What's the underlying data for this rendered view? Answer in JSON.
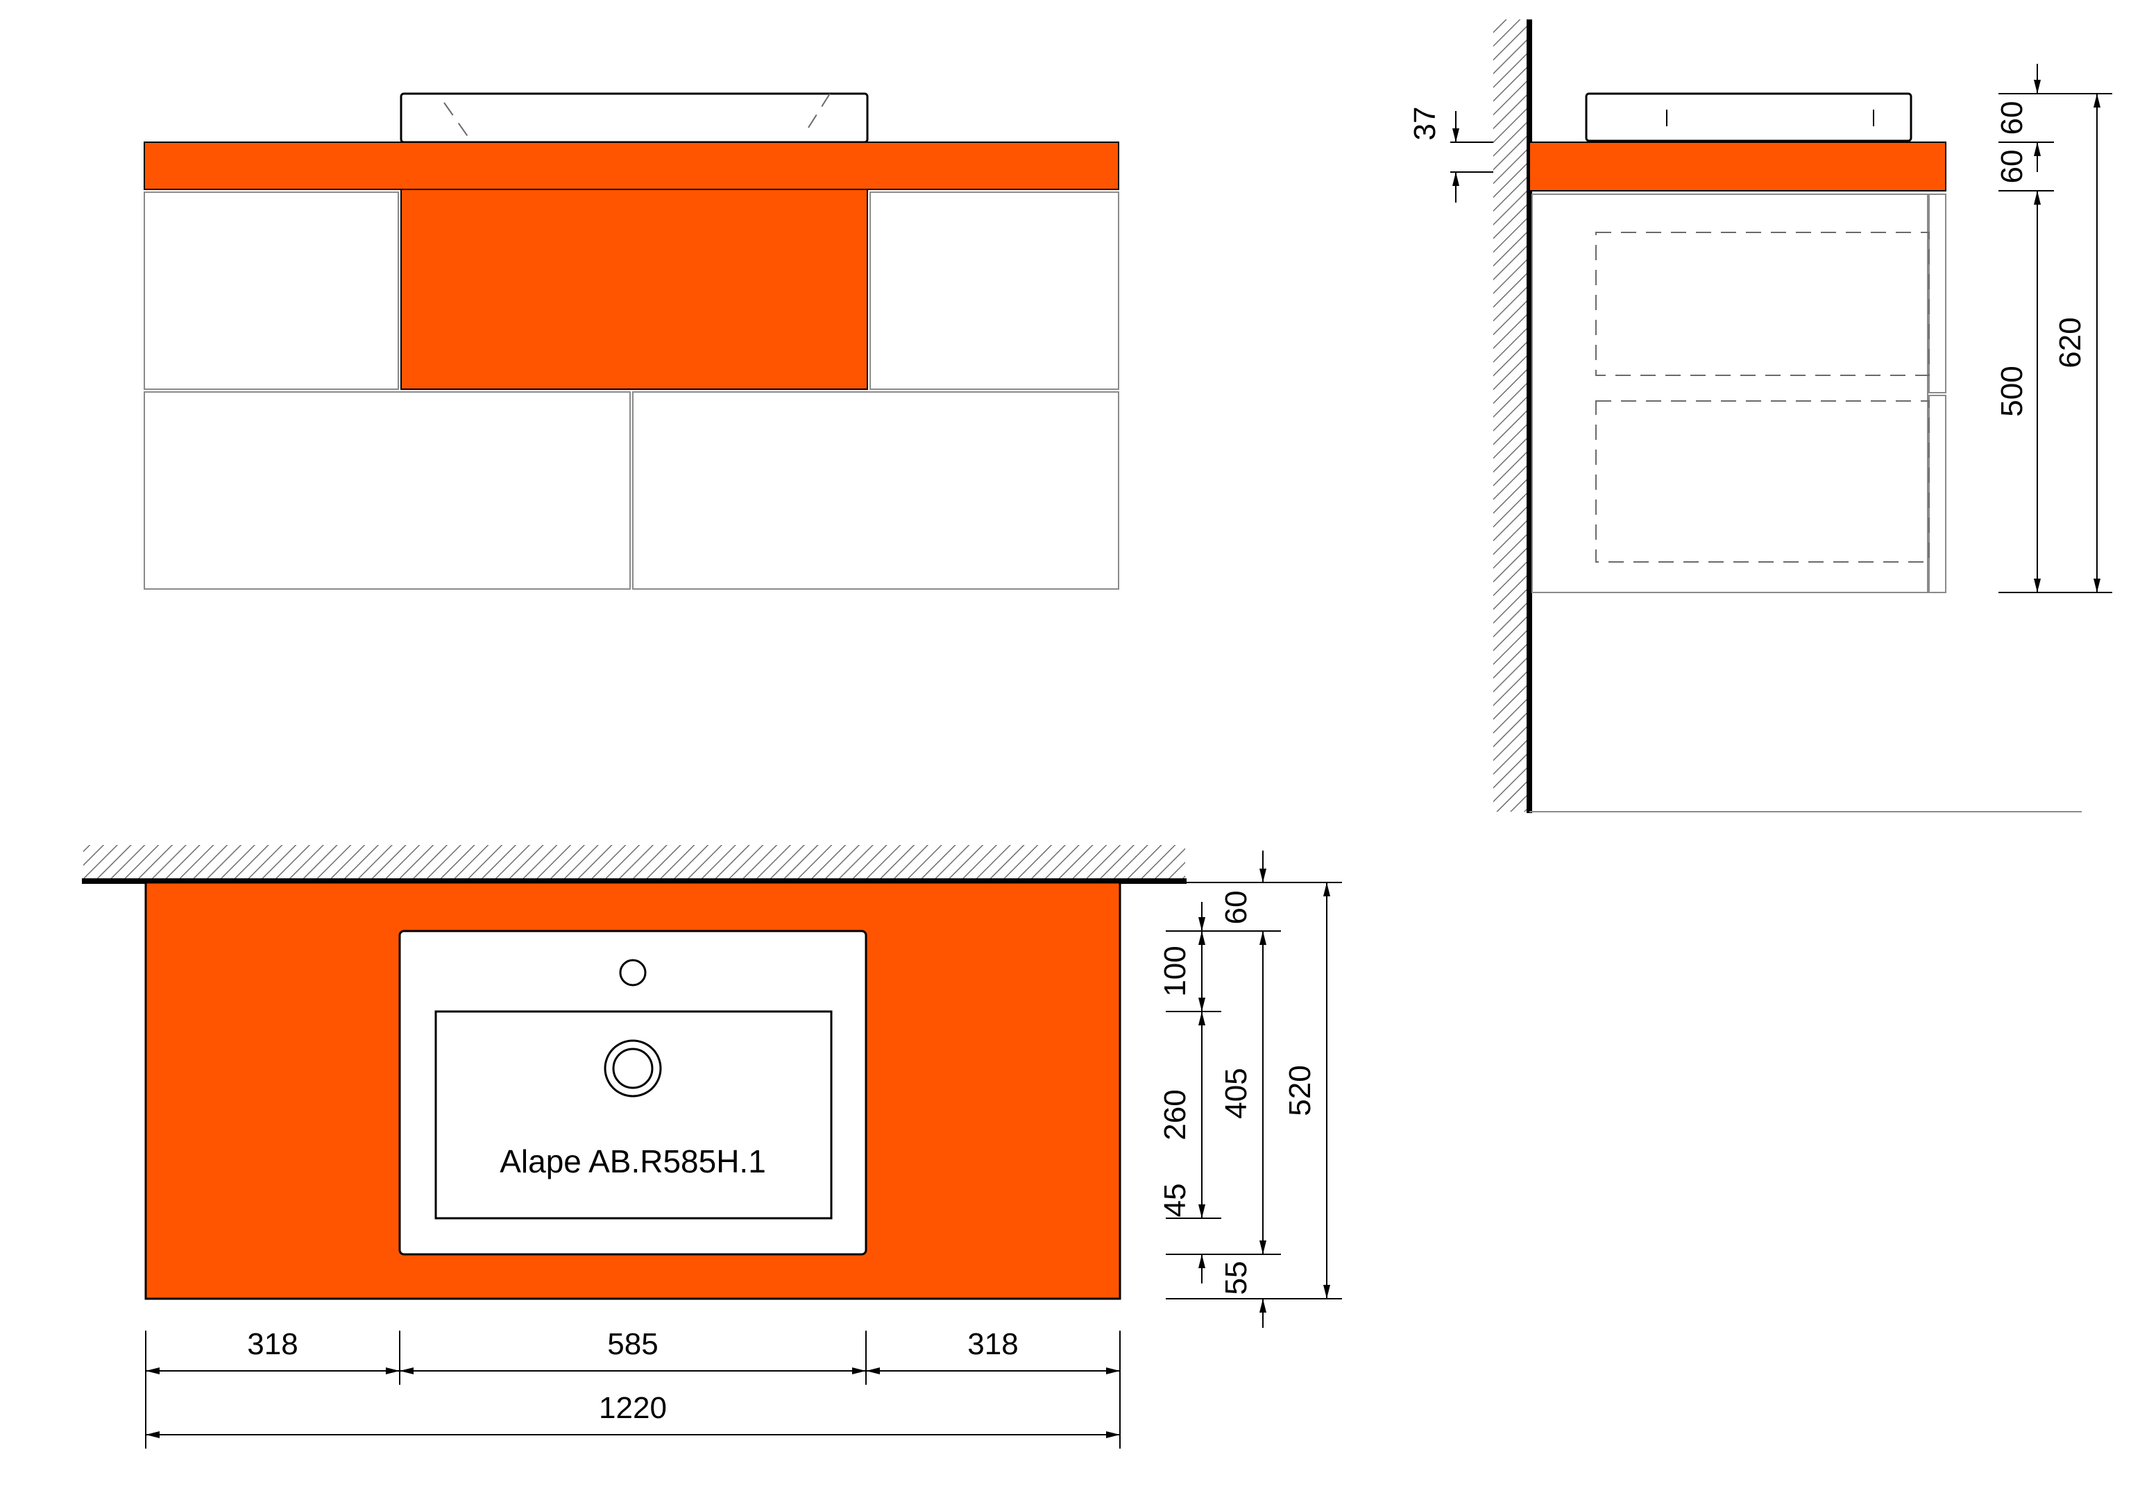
{
  "colors": {
    "accent_orange": "#FF5500",
    "line": "#000000",
    "panel_stroke": "#8A8A8A",
    "hatch": "#6E6E6E"
  },
  "front_view": {
    "name": "front-elevation"
  },
  "side_view": {
    "dims": {
      "countertop_offset": "37",
      "sink_height": "60",
      "countertop_thickness": "60",
      "cabinet_height": "500",
      "total_height": "620"
    }
  },
  "top_view": {
    "sink_label": "Alape AB.R585H.1",
    "dims": {
      "left_width": "318",
      "sink_width": "585",
      "right_width": "318",
      "total_width": "1220",
      "back_margin": "60",
      "tap_zone": "100",
      "bowl_depth": "260",
      "bowl_front": "45",
      "front_margin": "55",
      "sink_depth": "405",
      "total_depth": "520"
    }
  }
}
